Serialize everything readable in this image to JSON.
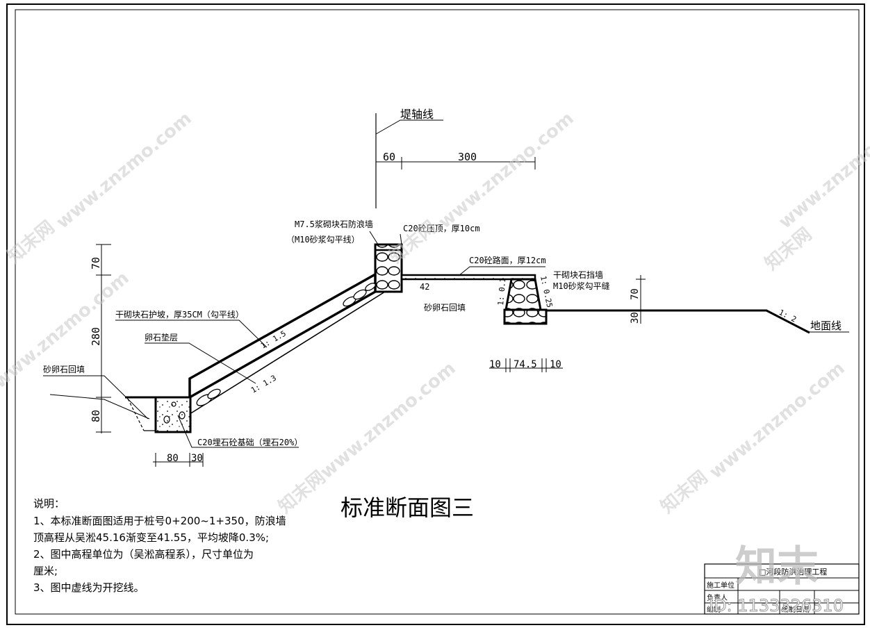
{
  "title": "标准断面图三",
  "labels": {
    "dike_axis": "堤轴线",
    "dim_60": "60",
    "dim_300": "300",
    "wave_wall": "M7.5浆砌块石防浪墙",
    "wave_wall_note": "（M10砂浆勾平线）",
    "coping": "C20砼压顶，厚10cm",
    "road": "C20砼路面，厚12cm",
    "dry_wall": "干砌块石挡墙",
    "dry_wall_note": "M10砂浆勾平缝",
    "gravel_backfill_right": "砂卵石回填",
    "slope_revetment": "干砌块石护坡，厚35CM（勾平线）",
    "pebble_cushion": "卵石垫层",
    "gravel_backfill_left": "砂卵石回填",
    "foundation": "C20埋石砼基础（埋石20%）",
    "ground_line": "地面线",
    "slope_15": "1: 1.5",
    "slope_13": "1: 1.3",
    "slope_01": "1: 0.1",
    "slope_025": "1: 0.25",
    "slope_12": "1: 2",
    "dim_70_left": "70",
    "dim_280": "280",
    "dim_80_left": "80",
    "dim_42": "42",
    "dim_70_right": "70",
    "dim_30_right": "30",
    "dim_b80": "80",
    "dim_b30": "30",
    "dim_10a": "10",
    "dim_745": "74.5",
    "dim_10b": "10"
  },
  "notes": {
    "heading": "说明：",
    "line1": "1、本标准断面图适用于桩号0+200~1+350，防浪墙",
    "line2": "顶高程从吴淞45.16渐变至41.55，平均坡降0.3%;",
    "line3": "2、图中高程单位为（吴淞高程系），尺寸单位为",
    "line4": "厘米;",
    "line5": "3、图中虚线为开挖线。"
  },
  "title_block": {
    "project": "□河段防洪治理工程",
    "row1": "施工单位",
    "row2": "负责人",
    "row3": "编制",
    "row3b": "编制日期"
  },
  "watermarks": {
    "site": "www.znzmo.com",
    "brand": "知末网",
    "logo": "知末",
    "id": "ID: 1133326310"
  }
}
